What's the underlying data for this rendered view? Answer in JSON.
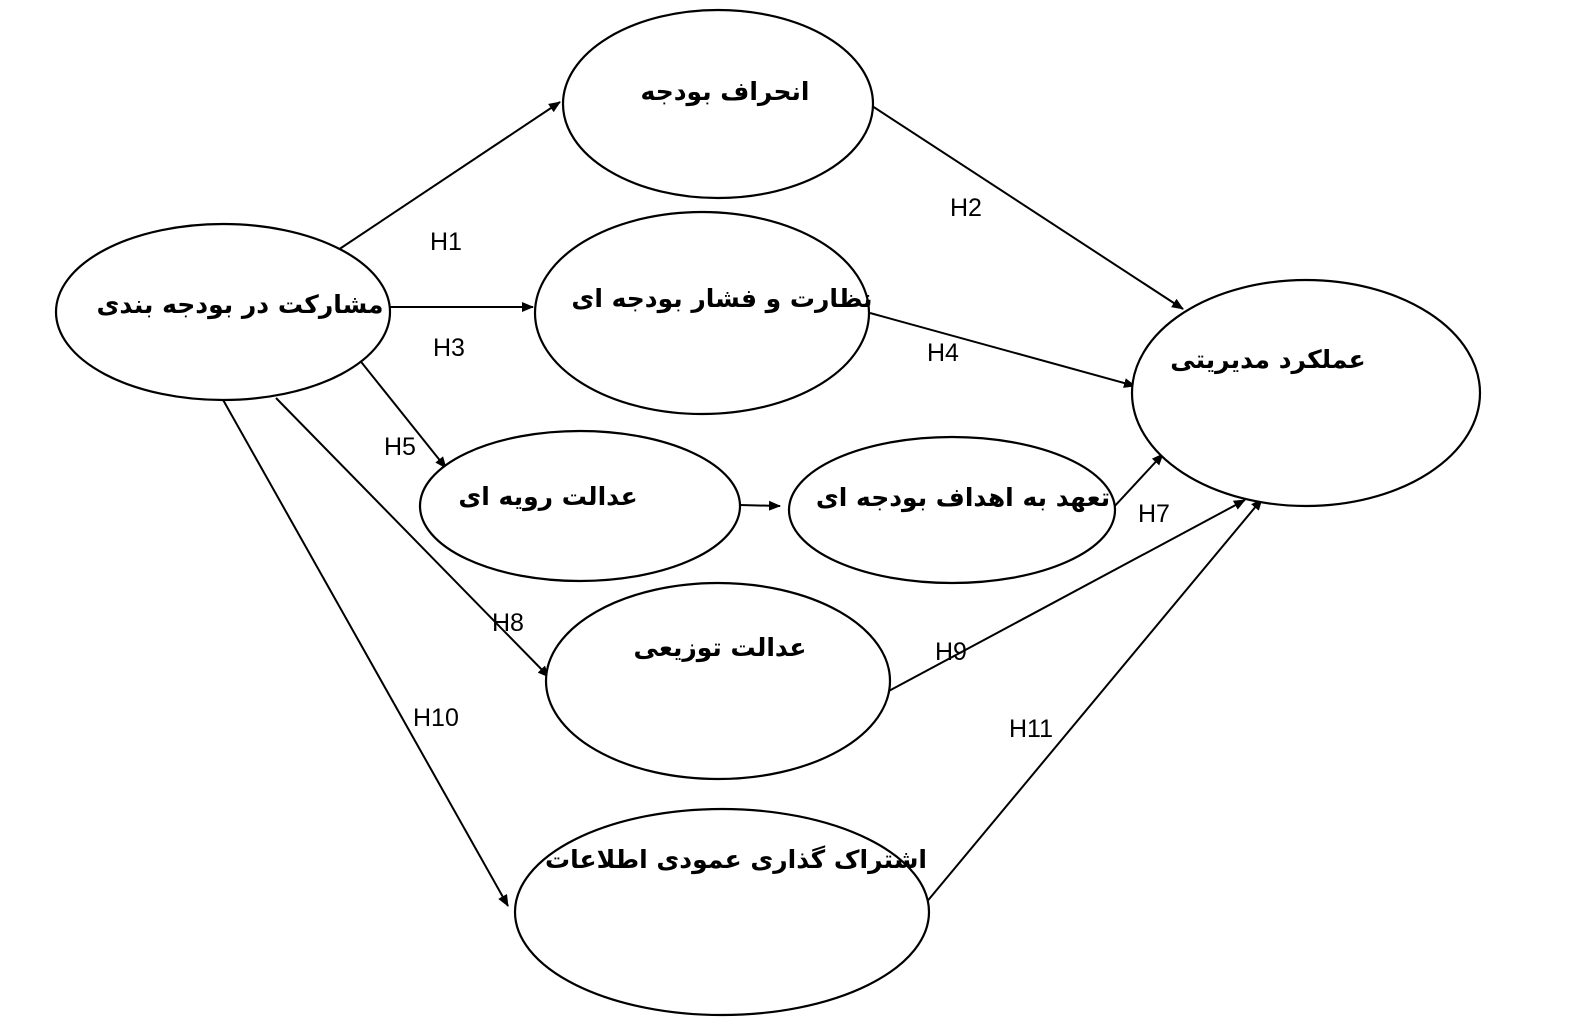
{
  "nodes": {
    "participation": "مشارکت در بودجه بندی",
    "deviation": "انحراف بودجه",
    "pressure": "نظارت و فشار بودجه ای",
    "procedural": "عدالت رویه ای",
    "commitment": "تعهد به اهداف بودجه ای",
    "distributive": "عدالت توزیعی",
    "info_sharing": "اشتراک گذاری عمودی اطلاعات",
    "performance": "عملکرد مدیریتی"
  },
  "edges": {
    "h1": "H1",
    "h2": "H2",
    "h3": "H3",
    "h4": "H4",
    "h5": "H5",
    "h6": "",
    "h7": "H7",
    "h8": "H8",
    "h9": "H9",
    "h10": "H10",
    "h11": "H11"
  }
}
